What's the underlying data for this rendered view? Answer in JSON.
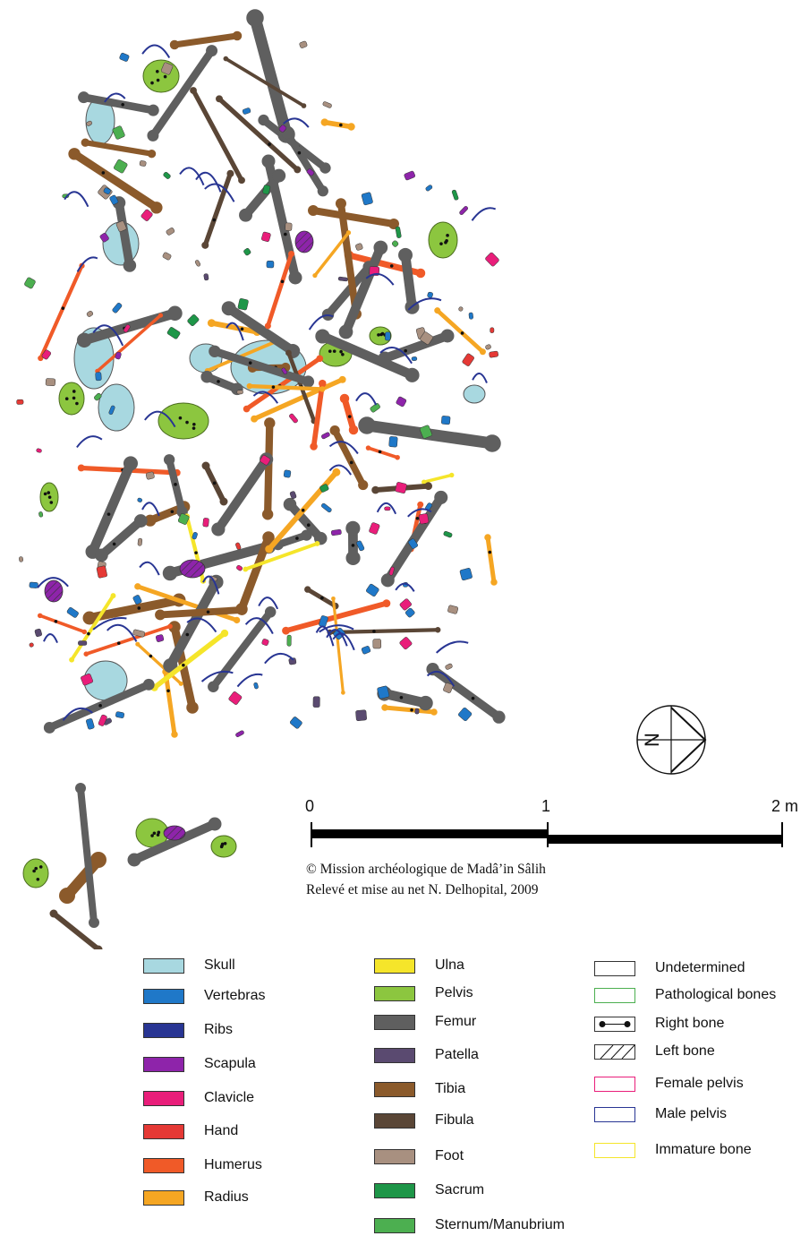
{
  "scale": {
    "labels": [
      "0",
      "1",
      "2 m"
    ]
  },
  "credits": {
    "line1": "© Mission archéologique de Madâ’in Sâlih",
    "line2": "Relevé et mise au net N. Delhopital, 2009"
  },
  "north_arrow": {
    "letter": "N"
  },
  "legend": {
    "col1": [
      {
        "label": "Skull",
        "color": "#a8d8e0"
      },
      {
        "label": "Vertebras",
        "color": "#1f78c8"
      },
      {
        "label": "Ribs",
        "color": "#283593"
      },
      {
        "label": "Scapula",
        "color": "#8e24aa"
      },
      {
        "label": "Clavicle",
        "color": "#e91e7a"
      },
      {
        "label": "Hand",
        "color": "#e53935"
      },
      {
        "label": "Humerus",
        "color": "#f05a28"
      },
      {
        "label": "Radius",
        "color": "#f5a623"
      }
    ],
    "col2": [
      {
        "label": "Ulna",
        "color": "#f5e52a"
      },
      {
        "label": "Pelvis",
        "color": "#8cc63f"
      },
      {
        "label": "Femur",
        "color": "#5f5f5f"
      },
      {
        "label": "Patella",
        "color": "#5a4a70"
      },
      {
        "label": "Tibia",
        "color": "#8b5a2b"
      },
      {
        "label": "Fibula",
        "color": "#5a4636"
      },
      {
        "label": "Foot",
        "color": "#a89080"
      },
      {
        "label": "Sacrum",
        "color": "#1e9648"
      },
      {
        "label": "Sternum/Manubrium",
        "color": "#4caf50"
      }
    ],
    "col3": [
      {
        "label": "Undetermined",
        "style": "outline",
        "color": "#333333"
      },
      {
        "label": "Pathological bones",
        "style": "outline",
        "color": "#4caf50"
      },
      {
        "label": "Right bone",
        "style": "dots",
        "color": "#111111"
      },
      {
        "label": "Left bone",
        "style": "hatch",
        "color": "#111111"
      },
      {
        "label": "Female pelvis",
        "style": "outline",
        "color": "#e91e7a"
      },
      {
        "label": "Male pelvis",
        "style": "outline",
        "color": "#283593"
      },
      {
        "label": "Immature bone",
        "style": "outline",
        "color": "#f5e52a"
      }
    ]
  }
}
